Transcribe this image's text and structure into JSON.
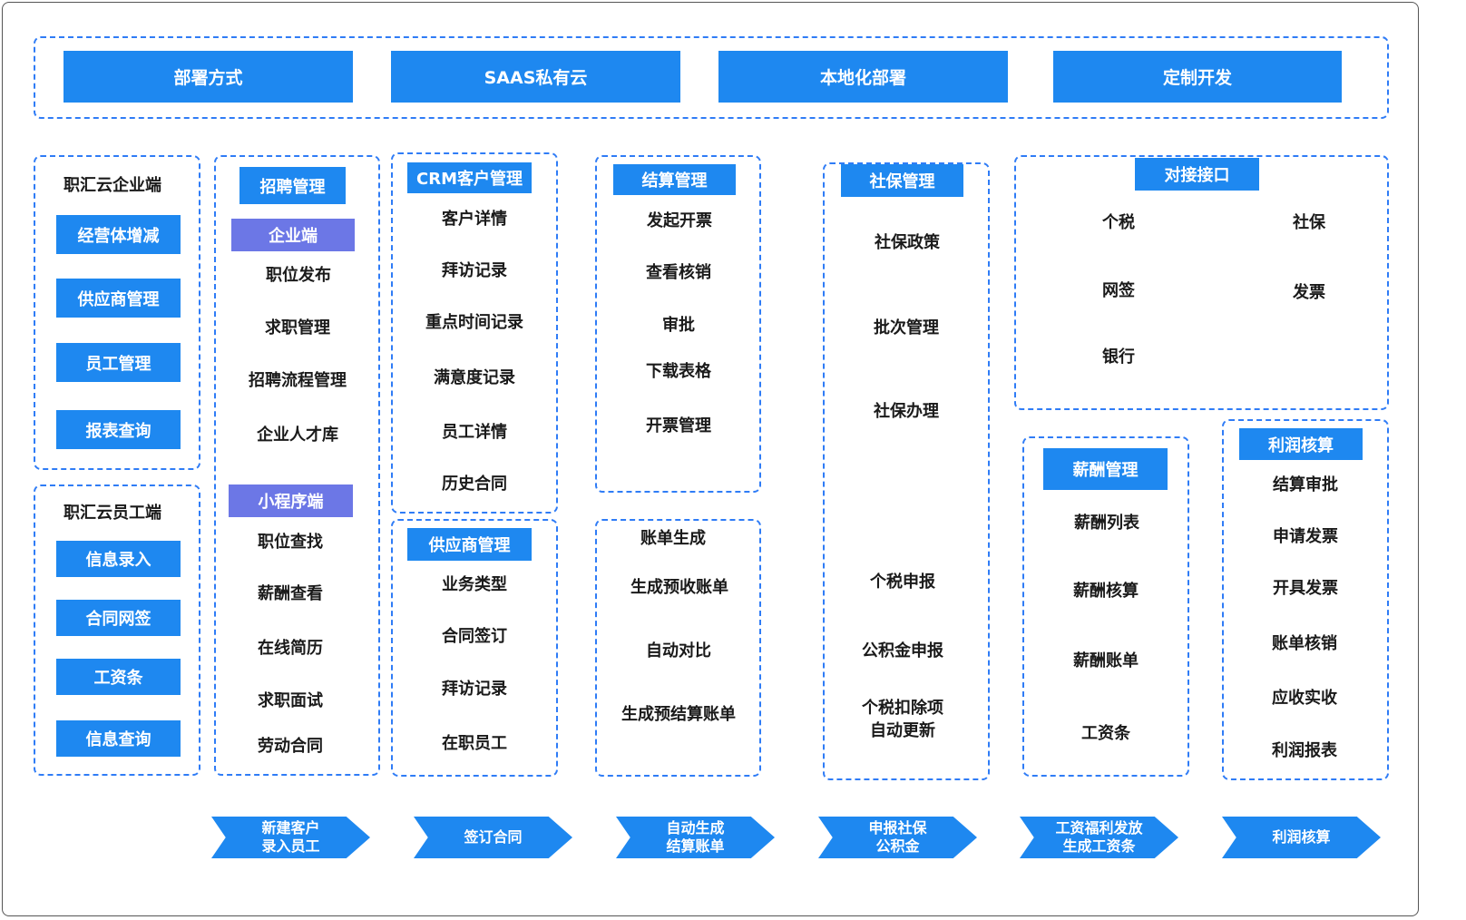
{
  "deploy": {
    "items": [
      "部署方式",
      "SAAS私有云",
      "本地化部署",
      "定制开发"
    ]
  },
  "enterprise": {
    "title": "职汇云企业端",
    "buttons": [
      "经营体增减",
      "供应商管理",
      "员工管理",
      "报表查询"
    ]
  },
  "employee": {
    "title": "职汇云员工端",
    "buttons": [
      "信息录入",
      "合同网签",
      "工资条",
      "信息查询"
    ]
  },
  "recruit": {
    "header": "招聘管理",
    "enterprise_tag": "企业端",
    "enterprise_items": [
      "职位发布",
      "求职管理",
      "招聘流程管理",
      "企业人才库"
    ],
    "mini_tag": "小程序端",
    "mini_items": [
      "职位查找",
      "薪酬查看",
      "在线简历",
      "求职面试",
      "劳动合同"
    ]
  },
  "crm": {
    "header": "CRM客户管理",
    "items": [
      "客户详情",
      "拜访记录",
      "重点时间记录",
      "满意度记录",
      "员工详情",
      "历史合同"
    ]
  },
  "supplier": {
    "header": "供应商管理",
    "items": [
      "业务类型",
      "合同签订",
      "拜访记录",
      "在职员工"
    ]
  },
  "settlement": {
    "header": "结算管理",
    "items": [
      "发起开票",
      "查看核销",
      "审批",
      "下载表格",
      "开票管理"
    ]
  },
  "billing": {
    "items": [
      "账单生成",
      "生成预收账单",
      "自动对比",
      "生成预结算账单"
    ]
  },
  "social": {
    "header": "社保管理",
    "items": [
      "社保政策",
      "批次管理",
      "社保办理",
      "个税申报",
      "公积金申报"
    ],
    "last_line1": "个税扣除项",
    "last_line2": "自动更新"
  },
  "interface": {
    "header": "对接接口",
    "items": [
      "个税",
      "社保",
      "网签",
      "发票",
      "银行"
    ]
  },
  "salary": {
    "header": "薪酬管理",
    "items": [
      "薪酬列表",
      "薪酬核算",
      "薪酬账单",
      "工资条"
    ]
  },
  "profit": {
    "header": "利润核算",
    "items": [
      "结算审批",
      "申请发票",
      "开具发票",
      "账单核销",
      "应收实收",
      "利润报表"
    ]
  },
  "flow": [
    {
      "line1": "新建客户",
      "line2": "录入员工"
    },
    {
      "line1": "签订合同",
      "line2": ""
    },
    {
      "line1": "自动生成",
      "line2": "结算账单"
    },
    {
      "line1": "申报社保",
      "line2": "公积金"
    },
    {
      "line1": "工资福利发放",
      "line2": "生成工资条"
    },
    {
      "line1": "利润核算",
      "line2": ""
    }
  ],
  "colors": {
    "primary": "#1e88f0",
    "tag": "#6c77e6",
    "dash": "#2f7cf6"
  }
}
